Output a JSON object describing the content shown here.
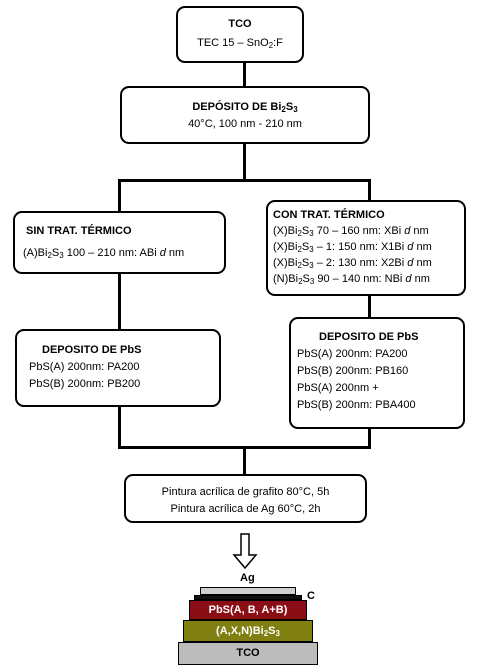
{
  "boxes": {
    "tco": {
      "title": "TCO",
      "line_prefix": "TEC 15 – SnO",
      "line_sub": "2",
      "line_suffix": ":F"
    },
    "deposito_bi2s3": {
      "title_prefix": "DEPÓSITO DE Bi",
      "title_sub1": "2",
      "title_mid": "S",
      "title_sub2": "3",
      "line": "40°C, 100 nm  - 210 nm"
    },
    "sin_trat": {
      "title": "SIN TRAT. TÉRMICO",
      "l_a": "(A)Bi",
      "l_b": "2",
      "l_c": "S",
      "l_d": "3",
      "l_e": " 100 – 210 nm: ABi ",
      "l_f": "d",
      "l_g": " nm"
    },
    "con_trat": {
      "title": "CON TRAT. TÉRMICO",
      "rows": [
        {
          "a": "(X)Bi",
          "b": "2",
          "c": "S",
          "d": "3",
          "e": "  70 – 160 nm: XBi ",
          "f": "d",
          "g": " nm"
        },
        {
          "a": "(X)Bi",
          "b": "2",
          "c": "S",
          "d": "3",
          "e": " – 1: 150 nm: X1Bi ",
          "f": "d",
          "g": " nm"
        },
        {
          "a": "(X)Bi",
          "b": "2",
          "c": "S",
          "d": "3",
          "e": " – 2: 130 nm: X2Bi ",
          "f": "d",
          "g": " nm"
        },
        {
          "a": "(N)Bi",
          "b": "2",
          "c": "S",
          "d": "3",
          "e": "  90 – 140 nm: NBi ",
          "f": "d",
          "g": " nm"
        }
      ]
    },
    "pbs_left": {
      "title": "DEPOSITO DE PbS",
      "lines": [
        "PbS(A) 200nm: PA200",
        "PbS(B) 200nm: PB200"
      ]
    },
    "pbs_right": {
      "title": "DEPOSITO DE PbS",
      "lines": [
        "PbS(A) 200nm: PA200",
        "PbS(B) 200nm: PB160",
        "PbS(A) 200nm +",
        "PbS(B) 200nm: PBA400"
      ]
    },
    "pintura": {
      "lines": [
        "Pintura acrílica de grafito 80°C, 5h",
        "Pintura acrílica de Ag 60°C, 2h"
      ]
    }
  },
  "stack": {
    "ag": "Ag",
    "c": "C",
    "pbs": "PbS(A, B, A+B)",
    "bi_a": "(A,X,N)Bi",
    "bi_b": "2",
    "bi_c": "S",
    "bi_d": "3",
    "tco": "TCO",
    "colors": {
      "ag": "#d0d0d0",
      "c": "#111111",
      "pbs": "#8b0e17",
      "bi2s3": "#7f7f12",
      "tco": "#bcbcbc"
    }
  },
  "icons": {
    "arrow": "hollow-down-arrow-icon"
  }
}
